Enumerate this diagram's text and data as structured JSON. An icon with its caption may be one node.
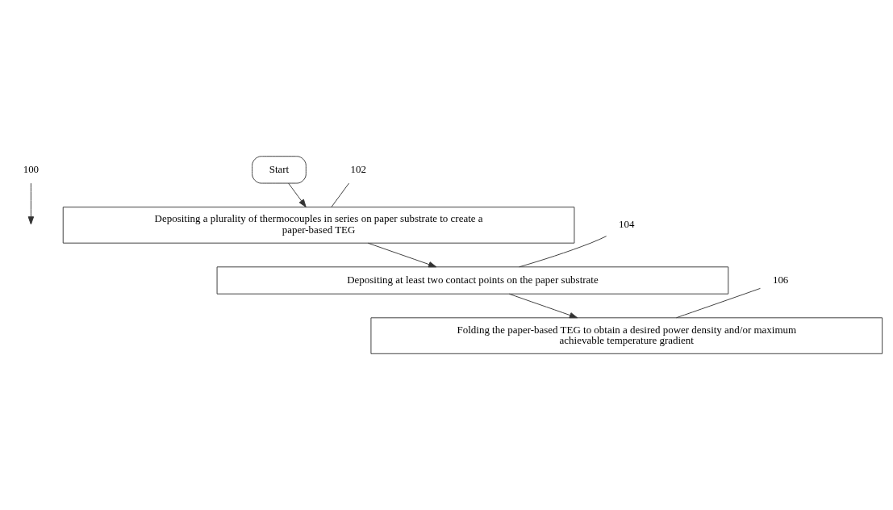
{
  "diagram": {
    "nodes": [
      {
        "text": [
          "100"
        ]
      },
      {
        "text": [
          "Start"
        ]
      },
      {
        "text": [
          "102"
        ]
      },
      {
        "text": [
          "Depositing a plurality of thermocouples in series on paper substrate to create a paper-based TEG"
        ]
      },
      {
        "text": [
          "104"
        ]
      },
      {
        "text": [
          "Depositing at least two contact points on the paper substrate"
        ]
      },
      {
        "text": [
          "106"
        ]
      },
      {
        "text": [
          "Folding the paper-based TEG to obtain a desired power density and/or maximum achievable temperature gradient"
        ]
      }
    ],
    "edges": [
      {
        "from": 0,
        "to": null,
        "arrow": "to"
      },
      {
        "from": 1,
        "to": 3,
        "arrow": "to"
      },
      {
        "from": 2,
        "to": 3,
        "arrow": "none"
      },
      {
        "from": 3,
        "to": 5,
        "arrow": "to"
      },
      {
        "from": 4,
        "to": 5,
        "arrow": "none"
      },
      {
        "from": 5,
        "to": 7,
        "arrow": "to"
      },
      {
        "from": 6,
        "to": 7,
        "arrow": "none"
      }
    ]
  }
}
